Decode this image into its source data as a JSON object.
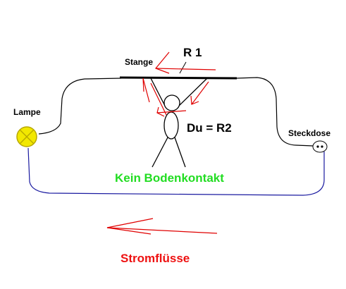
{
  "labels": {
    "stange": "Stange",
    "r1": "R 1",
    "lampe": "Lampe",
    "du_r2": "Du = R2",
    "steckdose": "Steckdose",
    "kein_bodenkontakt": "Kein Bodenkontakt",
    "stromfluesse": "Stromflüsse"
  },
  "colors": {
    "wire_black": "#000000",
    "wire_blue": "#1a1aa0",
    "arrow_red": "#e00000",
    "lamp_fill": "#f2e800",
    "lamp_stroke": "#b8a800",
    "green_text": "#22dd22",
    "red_text": "#ee1111"
  }
}
